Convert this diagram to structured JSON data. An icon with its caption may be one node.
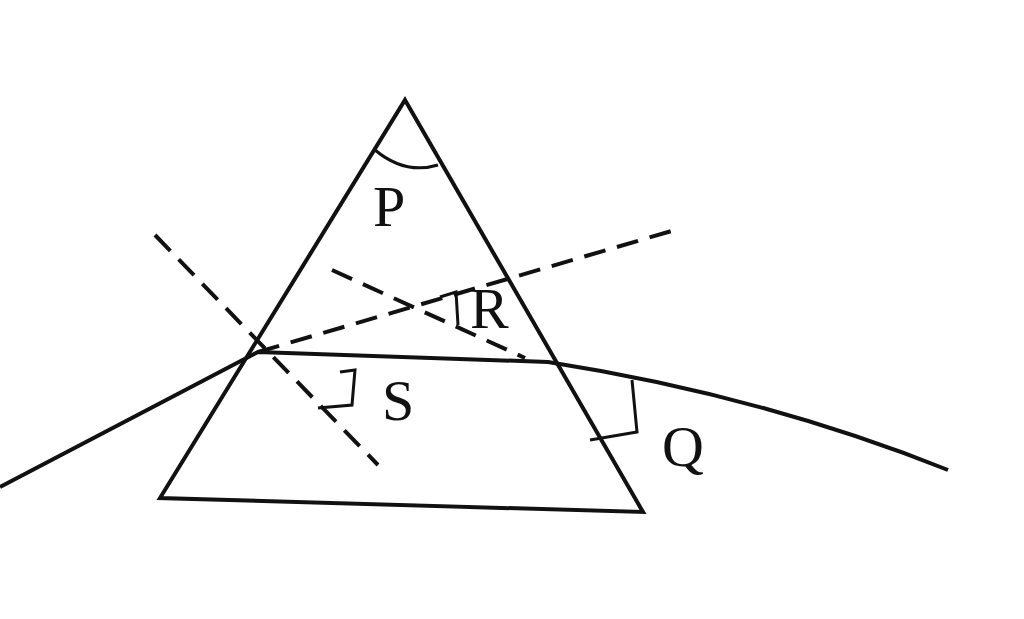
{
  "diagram": {
    "labels": [
      "P",
      "R",
      "S",
      "Q"
    ]
  }
}
